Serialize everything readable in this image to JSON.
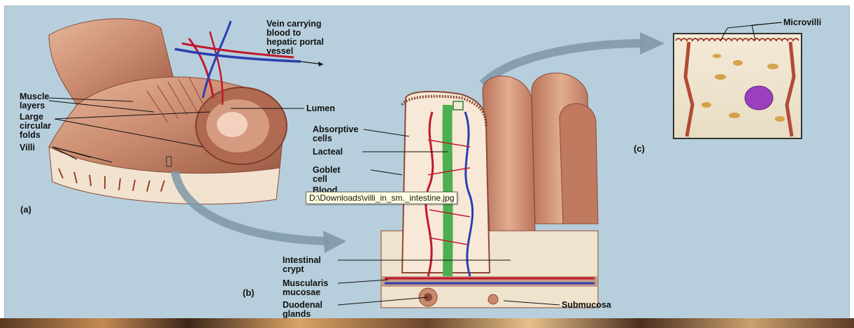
{
  "labels": {
    "vein": "Vein carrying\nblood to\nhepatic portal\nvessel",
    "muscle_layers": "Muscle\nlayers",
    "large_circular_folds": "Large\ncircular\nfolds",
    "villi": "Villi",
    "lumen": "Lumen",
    "panel_a": "(a)",
    "absorptive_cells": "Absorptive\ncells",
    "lacteal": "Lacteal",
    "goblet_cell": "Goblet\ncell",
    "blood_capillaries": "Blood\ncapillaries",
    "intestinal_crypt": "Intestinal\ncrypt",
    "muscularis_mucosae": "Muscularis\nmucosae",
    "duodenal_glands": "Duodenal\nglands",
    "submucosa": "Submucosa",
    "panel_b": "(b)",
    "microvilli": "Microvilli",
    "panel_c": "(c)"
  },
  "tooltip": "D:\\Downloads\\villi_in_sm._intestine.jpg",
  "colors": {
    "background": "#b7cfdc",
    "tissue": "#c98a6e",
    "tissue_dark": "#9c5a44",
    "vein_blue": "#2a3fb0",
    "artery_red": "#c2182a",
    "lacteal_green": "#4caf50",
    "arrow_gray": "#7f97a6"
  }
}
